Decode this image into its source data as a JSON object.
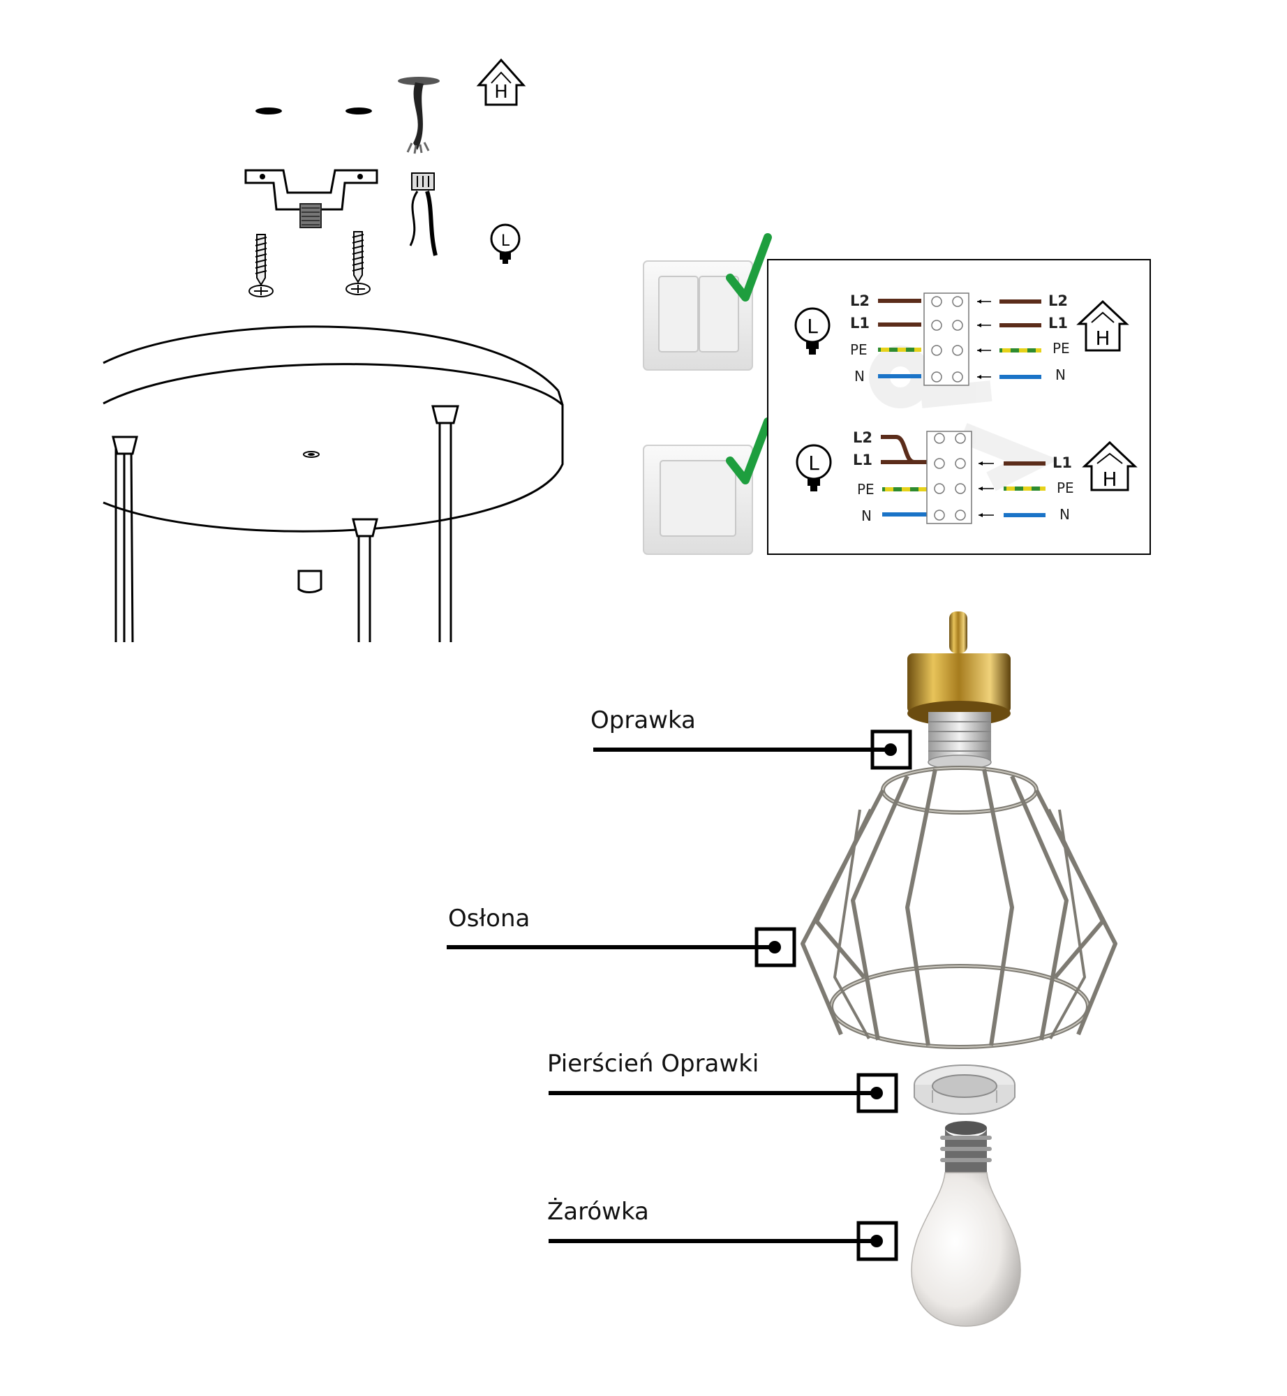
{
  "symbols": {
    "house_letter": "H",
    "lamp_letter": "L"
  },
  "wiring": {
    "double_switch": {
      "left": [
        "L2",
        "L1",
        "PE",
        "N"
      ],
      "right": [
        "L2",
        "L1",
        "PE",
        "N"
      ]
    },
    "single_switch": {
      "left": [
        "L2",
        "L1",
        "PE",
        "N"
      ],
      "right": [
        "L1",
        "PE",
        "N"
      ]
    }
  },
  "parts": {
    "socket": "Oprawka",
    "shade": "Osłona",
    "socket_ring": "Pierścień Oprawki",
    "bulb": "Żarówka"
  },
  "colors": {
    "live": "#5b2c1a",
    "neutral": "#1a73c7",
    "earth_green": "#2e8b2e",
    "earth_yellow": "#e6d21a",
    "check": "#1e9e3e",
    "brass": "#c9a23a"
  }
}
